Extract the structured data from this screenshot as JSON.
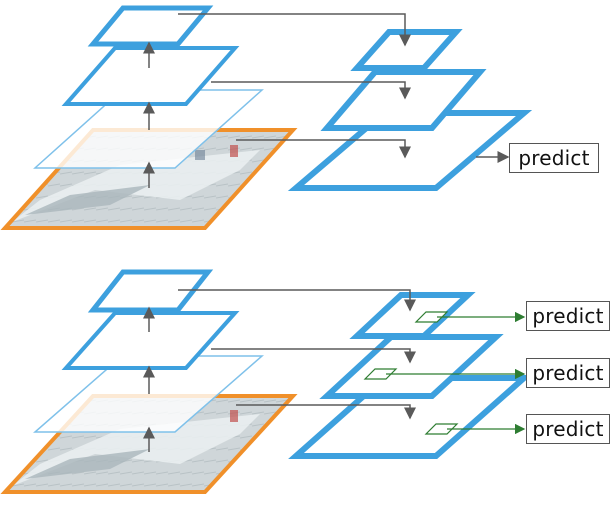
{
  "colors": {
    "pyramid_blue": "#3da0de",
    "image_border": "#f0902a",
    "arrow_gray": "#5a5a5a",
    "head_green": "#2e7d32"
  },
  "predict_label": "predict",
  "top_panel": {
    "predict_boxes": [
      "predict"
    ]
  },
  "bottom_panel": {
    "predict_boxes": [
      "predict",
      "predict",
      "predict"
    ]
  }
}
